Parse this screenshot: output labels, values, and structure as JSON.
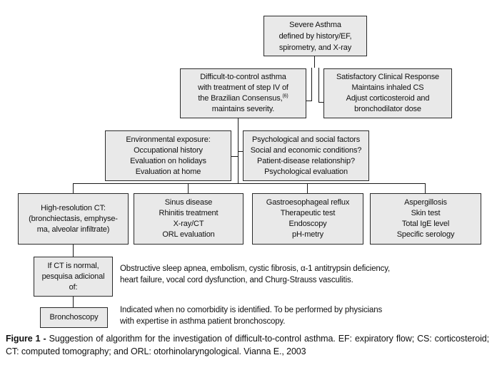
{
  "figure": {
    "boxes": [
      {
        "name": "severe-asthma",
        "lines": [
          "Severe Asthma",
          "defined by history/EF,",
          "spirometry, and X-ray"
        ]
      },
      {
        "name": "difficult-to-control",
        "lines": [
          "Difficult-to-control asthma",
          "with treatment of step IV of",
          "the Brazilian Consensus,",
          "maintains severity."
        ],
        "sup": "(6)"
      },
      {
        "name": "satisfactory-response",
        "lines": [
          "Satisfactory Clinical Response",
          "Maintains inhaled CS",
          "Adjust corticosteroid and",
          "bronchodilator dose"
        ]
      },
      {
        "name": "environmental-exposure",
        "lines": [
          "Environmental exposure:",
          "Occupational history",
          "Evaluation on holidays",
          "Evaluation at home"
        ]
      },
      {
        "name": "psychological-social",
        "lines": [
          "Psychological and social factors",
          "Social and economic conditions?",
          "Patient-disease relationship?",
          "Psychological evaluation"
        ]
      },
      {
        "name": "high-resolution-ct",
        "lines": [
          "High-resolution CT:",
          "(bronchiectasis, emphyse-",
          "ma, alveolar infiltrate)"
        ]
      },
      {
        "name": "sinus-disease",
        "lines": [
          "Sinus disease",
          "Rhinitis treatment",
          "X-ray/CT",
          "ORL evaluation"
        ]
      },
      {
        "name": "gastroesophageal-reflux",
        "lines": [
          "Gastroesophageal reflux",
          "Therapeutic test",
          "Endoscopy",
          "pH-metry"
        ]
      },
      {
        "name": "aspergillosis",
        "lines": [
          "Aspergillosis",
          "Skin test",
          "Total IgE level",
          "Specific serology"
        ]
      },
      {
        "name": "if-ct-normal",
        "lines": [
          "If CT is normal,",
          "pesquisa adicional",
          "of:"
        ]
      },
      {
        "name": "bronchoscopy",
        "lines": [
          "Bronchoscopy"
        ]
      }
    ],
    "notes": [
      {
        "name": "comorbidities",
        "lines": [
          "Obstructive sleep apnea, embolism, cystic fibrosis, α-1 antitrypsin deficiency,",
          "heart failure, vocal cord dysfunction, and Churg-Strauss vasculitis."
        ]
      },
      {
        "name": "bronchoscopy-indication",
        "lines": [
          "Indicated when no comorbidity is identified. To be performed by physicians",
          "with expertise in asthma patient bronchoscopy."
        ]
      }
    ],
    "caption": {
      "label": "Figure 1 -",
      "text": "Suggestion of algorithm for the investigation of difficult-to-control asthma. EF: expiratory flow; CS: corticosteroid; CT: computed tomography; and ORL: otorhinolaryngological. Vianna E., 2003"
    },
    "colors": {
      "box_fill": "#e9e9e9",
      "box_border": "#2a2a2a",
      "connector_line": "#1a1a1a",
      "text": "#111111",
      "background": "#ffffff"
    }
  }
}
